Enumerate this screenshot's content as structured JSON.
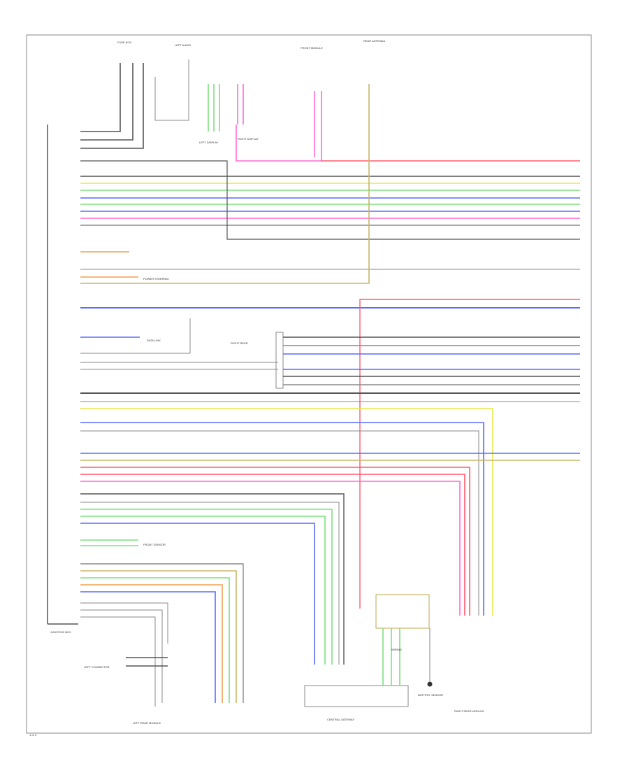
{
  "diagram": {
    "labels": {
      "fuse_box": "FUSE BOX",
      "front_sensor": "FRONT SENSOR",
      "left_rear_module": "LEFT REAR MODULE",
      "right_rear_module": "RIGHT REAR MODULE",
      "central_gateway": "CENTRAL GATEWAY",
      "junction_box": "JUNCTION BOX",
      "battery_sensor": "BATTERY SENSOR",
      "rear_antenna": "REAR ANTENNA",
      "left_audio": "LEFT AUDIO",
      "left_display": "LEFT DISPLAY",
      "right_display": "RIGHT DISPLAY",
      "front_module": "FRONT MODULE",
      "left_connector": "LEFT CONNECTOR",
      "data_link": "DATA LINK",
      "power_steering": "POWER STEERING",
      "right_rear": "RIGHT REAR",
      "wiring": "WIRING"
    },
    "wire_colors": {
      "black": "#555555",
      "red": "#ff5a6e",
      "pink": "#ff6ad5",
      "yellow": "#e9e94a",
      "green": "#7de07d",
      "blue": "#5a6cff",
      "orange": "#f0a050",
      "olive": "#c8b66a",
      "gray": "#8a8a8a"
    },
    "page_number": "1 of 3"
  }
}
